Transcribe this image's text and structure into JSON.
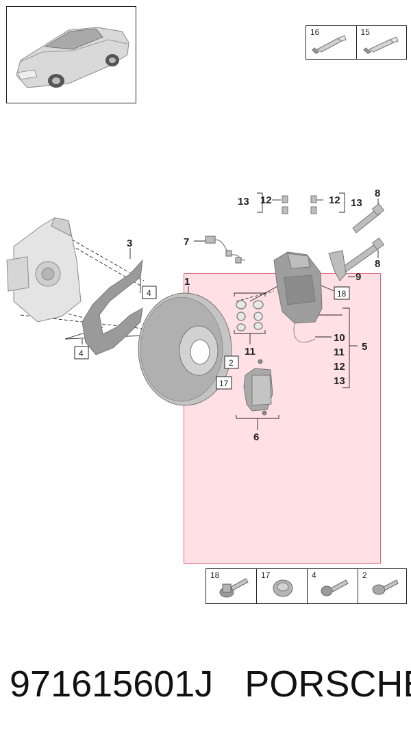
{
  "tube_parts": [
    {
      "number": "16"
    },
    {
      "number": "15"
    }
  ],
  "bolt_parts": [
    {
      "number": "18"
    },
    {
      "number": "17"
    },
    {
      "number": "4"
    },
    {
      "number": "2"
    }
  ],
  "callouts": {
    "disc": "1",
    "shield": "3",
    "caliper": "5",
    "pads": "6",
    "wear_sensor": "7",
    "bolt_8a": "8",
    "bolt_8b": "8",
    "bracket": "9",
    "kit_10": "10",
    "kit_11": "11",
    "kit_12": "12",
    "kit_13": "13",
    "seals": "11",
    "cap_left_12": "12",
    "cap_left_13": "13",
    "cap_right_12": "12",
    "cap_right_13": "13"
  },
  "boxed_callouts": {
    "shield_bolt_a": "4",
    "shield_bolt_b": "4",
    "disc_screw": "2",
    "disc_bolt": "17",
    "caliper_bolt": "18"
  },
  "footer": {
    "part_number": "971615601J",
    "brand": "PORSCHE"
  },
  "colors": {
    "highlight_fill": "#ffd6dd",
    "highlight_border": "#e06677",
    "line": "#222222",
    "part_gray": "#b8b8b8"
  }
}
